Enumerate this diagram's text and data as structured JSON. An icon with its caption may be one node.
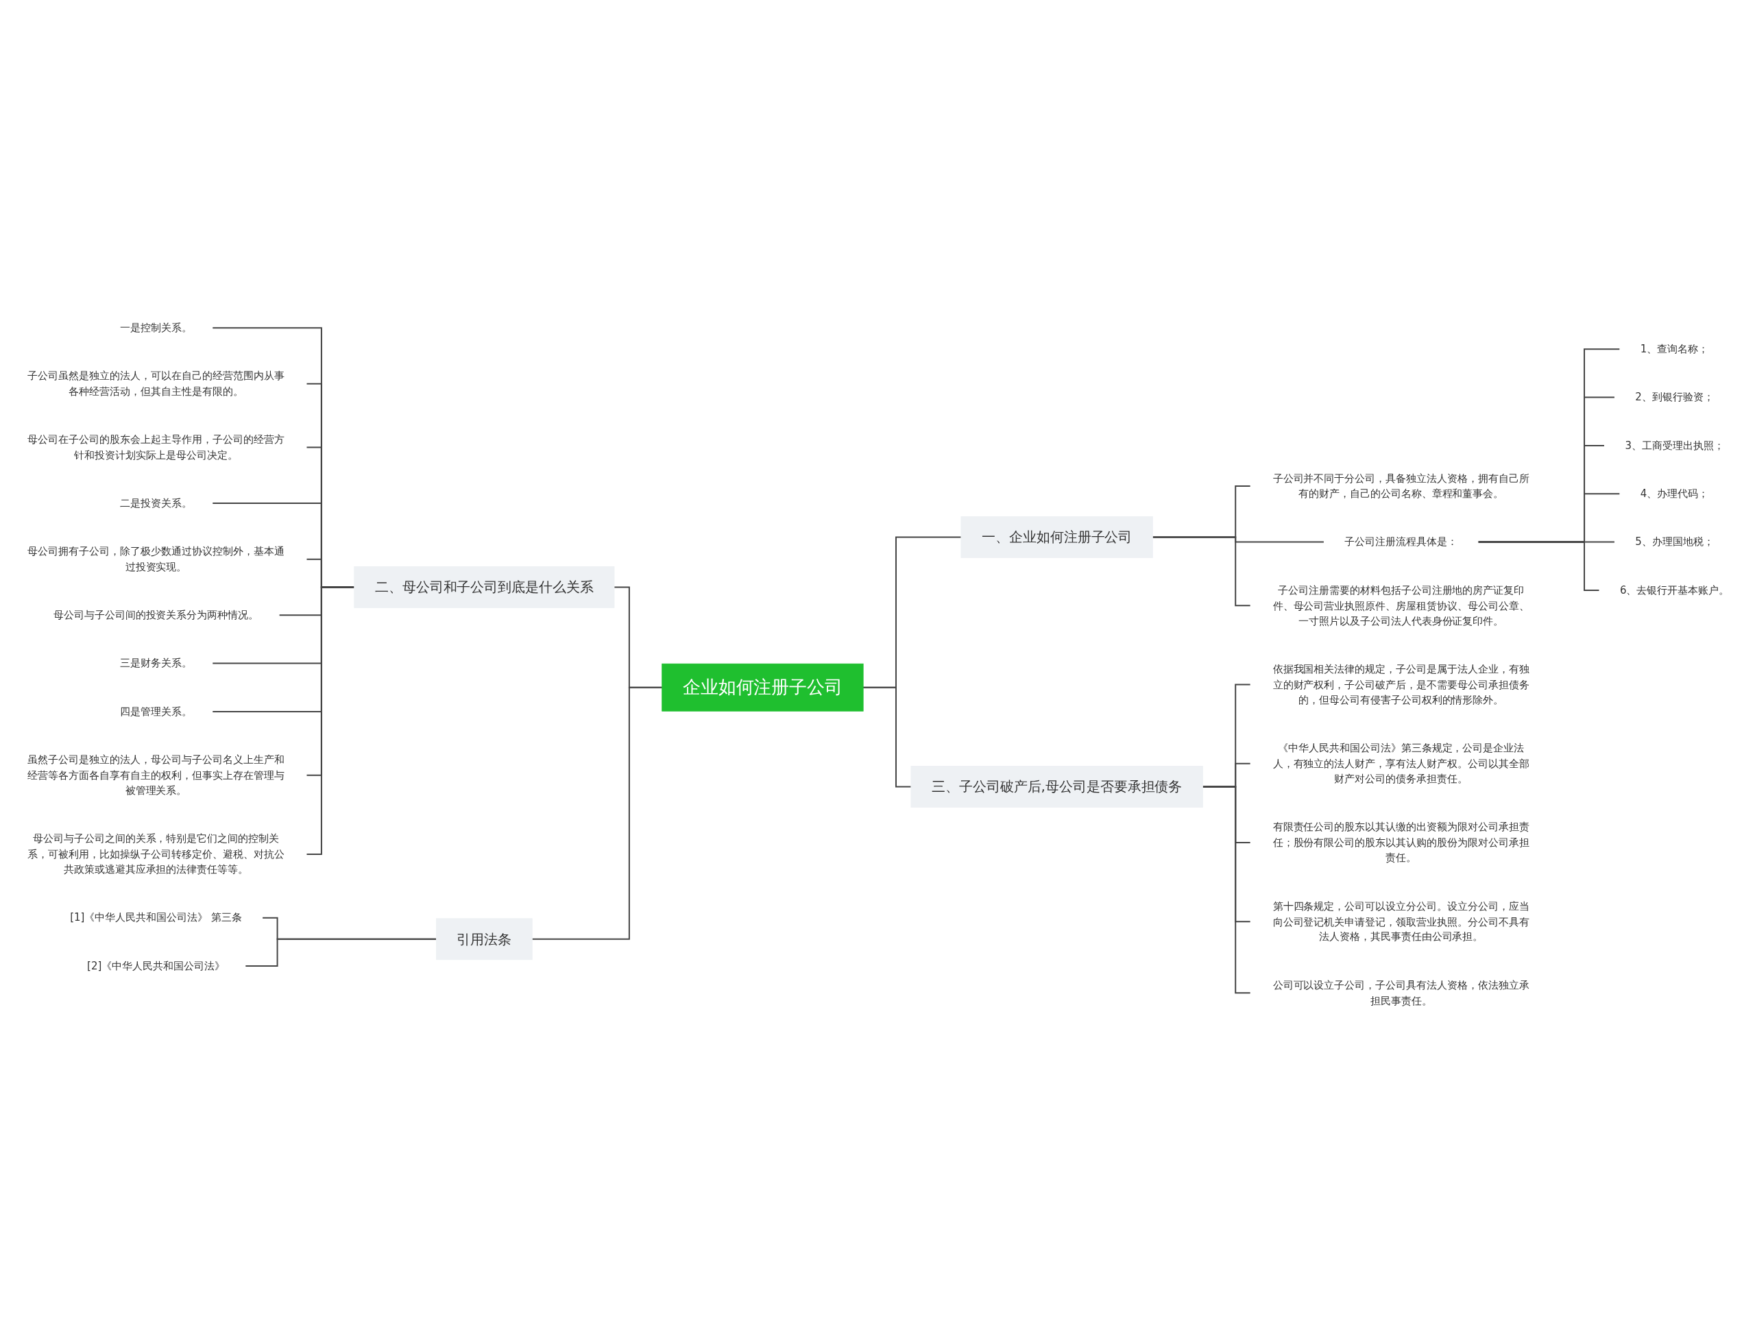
{
  "diagram": {
    "nodes": [
      {
        "text": [
          "企业如何注册子公司"
        ]
      },
      {
        "text": [
          "一、企业如何注册子公司"
        ]
      },
      {
        "text": [
          "子公司并不同于分公司，具备独立法人资格，拥有自己所有的财产，自己的公司名称、章程和董事会。"
        ]
      },
      {
        "text": [
          "子公司注册流程具体是："
        ]
      },
      {
        "text": [
          "1、查询名称；"
        ]
      },
      {
        "text": [
          "2、到银行验资；"
        ]
      },
      {
        "text": [
          "3、工商受理出执照；"
        ]
      },
      {
        "text": [
          "4、办理代码；"
        ]
      },
      {
        "text": [
          "5、办理国地税；"
        ]
      },
      {
        "text": [
          "6、去银行开基本账户。"
        ]
      },
      {
        "text": [
          "子公司注册需要的材料包括子公司注册地的房产证复印件、母公司营业执照原件、房屋租赁协议、母公司公章、一寸照片以及子公司法人代表身份证复印件。"
        ]
      },
      {
        "text": [
          "三、子公司破产后,母公司是否要承担债务"
        ]
      },
      {
        "text": [
          "依据我国相关法律的规定，子公司是属于法人企业，有独立的财产权利，子公司破产后，是不需要母公司承担债务的，但母公司有侵害子公司权利的情形除外。"
        ]
      },
      {
        "text": [
          "《中华人民共和国公司法》第三条规定，公司是企业法人，有独立的法人财产，享有法人财产权。公司以其全部财产对公司的债务承担责任。"
        ]
      },
      {
        "text": [
          "有限责任公司的股东以其认缴的出资额为限对公司承担责任；股份有限公司的股东以其认购的股份为限对公司承担责任。"
        ]
      },
      {
        "text": [
          "第十四条规定，公司可以设立分公司。设立分公司，应当向公司登记机关申请登记，领取营业执照。分公司不具有法人资格，其民事责任由公司承担。"
        ]
      },
      {
        "text": [
          "公司可以设立子公司，子公司具有法人资格，依法独立承担民事责任。"
        ]
      },
      {
        "text": [
          "二、母公司和子公司到底是什么关系"
        ]
      },
      {
        "text": [
          "一是控制关系。"
        ]
      },
      {
        "text": [
          "子公司虽然是独立的法人，可以在自己的经营范围内从事各种经营活动，但其自主性是有限的。"
        ]
      },
      {
        "text": [
          "母公司在子公司的股东会上起主导作用，子公司的经营方针和投资计划实际上是母公司决定。"
        ]
      },
      {
        "text": [
          "二是投资关系。"
        ]
      },
      {
        "text": [
          "母公司拥有子公司，除了极少数通过协议控制外，基本通过投资实现。"
        ]
      },
      {
        "text": [
          "母公司与子公司间的投资关系分为两种情况。"
        ]
      },
      {
        "text": [
          "三是财务关系。"
        ]
      },
      {
        "text": [
          "四是管理关系。"
        ]
      },
      {
        "text": [
          "虽然子公司是独立的法人，母公司与子公司名义上生产和经营等各方面各自享有自主的权利，但事实上存在管理与被管理关系。"
        ]
      },
      {
        "text": [
          "母公司与子公司之间的关系，特别是它们之间的控制关系，可被利用，比如操纵子公司转移定价、避税、对抗公共政策或逃避其应承担的法律责任等等。"
        ]
      },
      {
        "text": [
          "引用法条"
        ]
      },
      {
        "text": [
          "[1]《中华人民共和国公司法》 第三条"
        ]
      },
      {
        "text": [
          "[2]《中华人民共和国公司法》"
        ]
      }
    ],
    "edges": [
      {
        "from": 0,
        "to": 1,
        "arrow": "none"
      },
      {
        "from": 1,
        "to": 2,
        "arrow": "none"
      },
      {
        "from": 1,
        "to": 3,
        "arrow": "none"
      },
      {
        "from": 3,
        "to": 4,
        "arrow": "none"
      },
      {
        "from": 3,
        "to": 5,
        "arrow": "none"
      },
      {
        "from": 3,
        "to": 6,
        "arrow": "none"
      },
      {
        "from": 3,
        "to": 7,
        "arrow": "none"
      },
      {
        "from": 3,
        "to": 8,
        "arrow": "none"
      },
      {
        "from": 3,
        "to": 9,
        "arrow": "none"
      },
      {
        "from": 1,
        "to": 10,
        "arrow": "none"
      },
      {
        "from": 0,
        "to": 11,
        "arrow": "none"
      },
      {
        "from": 11,
        "to": 12,
        "arrow": "none"
      },
      {
        "from": 11,
        "to": 13,
        "arrow": "none"
      },
      {
        "from": 11,
        "to": 14,
        "arrow": "none"
      },
      {
        "from": 11,
        "to": 15,
        "arrow": "none"
      },
      {
        "from": 11,
        "to": 16,
        "arrow": "none"
      },
      {
        "from": 0,
        "to": 17,
        "arrow": "none"
      },
      {
        "from": 17,
        "to": 18,
        "arrow": "none"
      },
      {
        "from": 17,
        "to": 19,
        "arrow": "none"
      },
      {
        "from": 17,
        "to": 20,
        "arrow": "none"
      },
      {
        "from": 17,
        "to": 21,
        "arrow": "none"
      },
      {
        "from": 17,
        "to": 22,
        "arrow": "none"
      },
      {
        "from": 17,
        "to": 23,
        "arrow": "none"
      },
      {
        "from": 17,
        "to": 24,
        "arrow": "none"
      },
      {
        "from": 17,
        "to": 25,
        "arrow": "none"
      },
      {
        "from": 17,
        "to": 26,
        "arrow": "none"
      },
      {
        "from": 17,
        "to": 27,
        "arrow": "none"
      },
      {
        "from": 0,
        "to": 28,
        "arrow": "none"
      },
      {
        "from": 28,
        "to": 29,
        "arrow": "none"
      },
      {
        "from": 28,
        "to": 30,
        "arrow": "none"
      }
    ]
  }
}
